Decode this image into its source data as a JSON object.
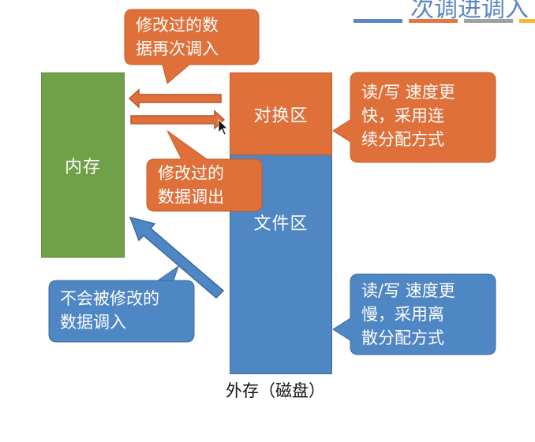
{
  "slide": {
    "title_fragment": "次调进调入",
    "accent_bars": [
      "#5a86c5",
      "#e07840",
      "#a0a0a0",
      "#f5b830"
    ]
  },
  "memory": {
    "label": "内存",
    "color": "#70a047"
  },
  "swap_area": {
    "label": "对换区",
    "color": "#e0703a"
  },
  "file_area": {
    "label": "文件区",
    "color": "#4f86c4"
  },
  "disk_caption": "外存（磁盘）",
  "callouts": {
    "swap_in": "修改过的数\n据再次调入",
    "swap_out": "修改过的\n数据调出",
    "file_in": "不会被修改的\n数据调入",
    "swap_speed": "读/写 速度更\n快，采用连\n续分配方式",
    "file_speed": "读/写 速度更\n慢，采用离\n散分配方式"
  }
}
